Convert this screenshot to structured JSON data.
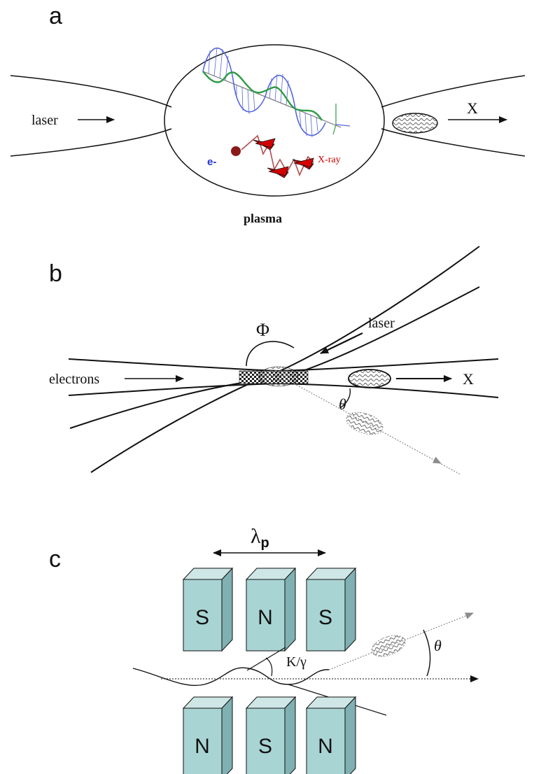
{
  "panel_a": {
    "letter": "a",
    "laser_label": "laser",
    "output_label": "X",
    "electron_label": "e-",
    "xray_label": "X-ray",
    "plasma_label": "plasma"
  },
  "panel_b": {
    "letter": "b",
    "electrons_label": "electrons",
    "laser_label": "laser",
    "output_label": "X",
    "phi_label": "Φ",
    "theta_label": "θ"
  },
  "panel_c": {
    "letter": "c",
    "lambda_label": "λ",
    "lambda_sub": "p",
    "top_magnets": [
      "S",
      "N",
      "S"
    ],
    "bottom_magnets": [
      "N",
      "S",
      "N"
    ],
    "k_gamma_label": "K/γ",
    "theta_label": "θ"
  },
  "colors": {
    "magnet_front": "#a9d4d4",
    "magnet_side": "#7fb0b2",
    "magnet_top": "#cfe6e6",
    "xray_red": "#d40000",
    "electron_blue": "#2233cc",
    "wave_blue": "#5566dd",
    "wave_green": "#2f9c45",
    "trajectory": "#b44d4d",
    "ray_gray": "#8c8c8c"
  }
}
